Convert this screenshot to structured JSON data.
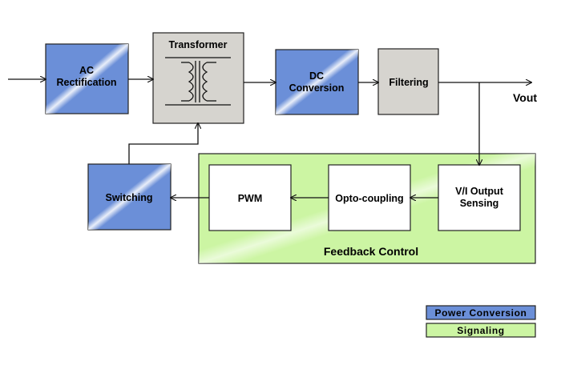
{
  "colors": {
    "power": "#6b8fd8",
    "neutral": "#d6d4cf",
    "signal": "#ccf5a3",
    "white": "#ffffff"
  },
  "blocks": {
    "ac_rectification": {
      "line1": "AC",
      "line2": "Rectification"
    },
    "transformer": {
      "label": "Transformer"
    },
    "dc_conversion": {
      "line1": "DC",
      "line2": "Conversion"
    },
    "filtering": {
      "label": "Filtering"
    },
    "switching": {
      "label": "Switching"
    },
    "feedback": {
      "label": "Feedback Control"
    },
    "pwm": {
      "label": "PWM"
    },
    "opto": {
      "label": "Opto-coupling"
    },
    "vi_sensing": {
      "line1": "V/I Output",
      "line2": "Sensing"
    }
  },
  "output": {
    "label": "Vout"
  },
  "legend": {
    "power_label": "Power Conversion",
    "signal_label": "Signaling"
  }
}
